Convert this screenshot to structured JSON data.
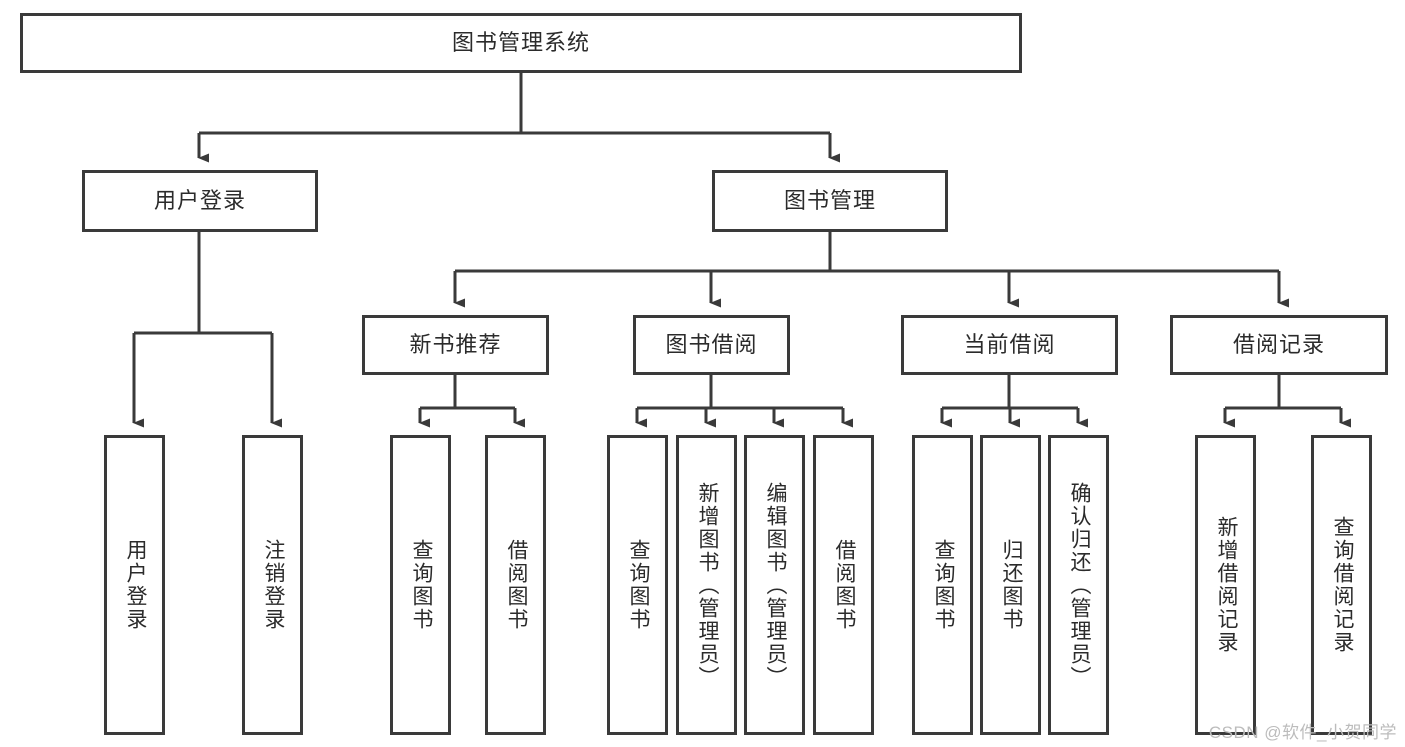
{
  "diagram": {
    "title": "图书管理系统",
    "type": "tree-structure-chart",
    "root": {
      "label": "图书管理系统"
    },
    "level2": [
      {
        "label": "用户登录"
      },
      {
        "label": "图书管理"
      }
    ],
    "level3": [
      {
        "label": "新书推荐"
      },
      {
        "label": "图书借阅"
      },
      {
        "label": "当前借阅"
      },
      {
        "label": "借阅记录"
      }
    ],
    "leaves": {
      "user_login": [
        {
          "label": "用户登录"
        },
        {
          "label": "注销登录"
        }
      ],
      "new_book_recommend": [
        {
          "label": "查询图书"
        },
        {
          "label": "借阅图书"
        }
      ],
      "book_borrow": [
        {
          "label": "查询图书"
        },
        {
          "label": "新增图书（管理员）"
        },
        {
          "label": "编辑图书（管理员）"
        },
        {
          "label": "借阅图书"
        }
      ],
      "current_borrow": [
        {
          "label": "查询图书"
        },
        {
          "label": "归还图书"
        },
        {
          "label": "确认归还（管理员）"
        }
      ],
      "borrow_record": [
        {
          "label": "新增借阅记录"
        },
        {
          "label": "查询借阅记录"
        }
      ]
    },
    "watermark": "CSDN @软件_小贺同学",
    "colors": {
      "stroke": "#3a3a3a",
      "fill": "#ffffff",
      "text": "#2b2b2b",
      "watermark": "#bcbcbc"
    }
  }
}
